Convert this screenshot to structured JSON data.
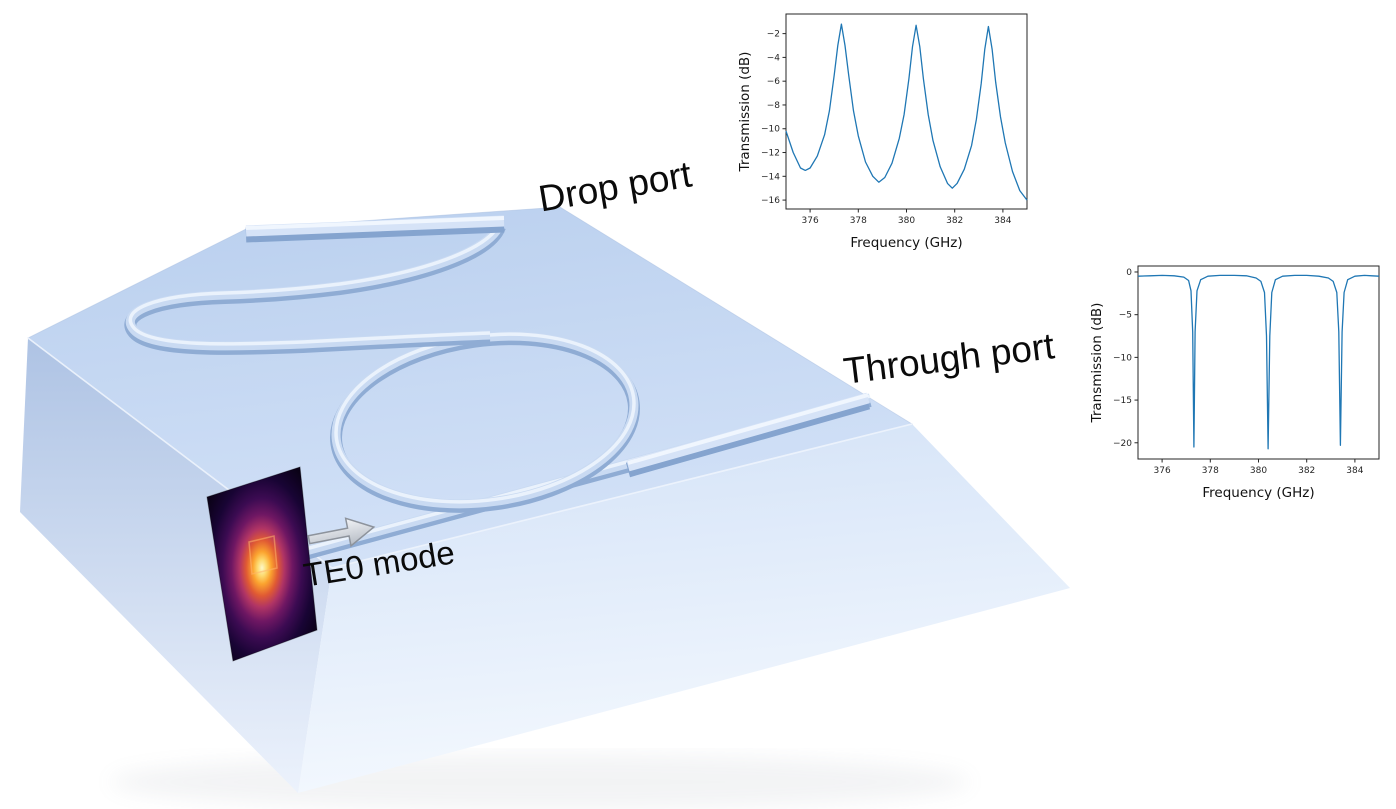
{
  "figure": {
    "labels": {
      "drop_port": "Drop port",
      "through_port": "Through port",
      "te0_mode": "TE0 mode"
    }
  },
  "icons": {
    "propagation_arrow": "right-arrow"
  },
  "colors": {
    "plot_line": "#1f77b4",
    "chip_top": "#c6d8f3",
    "chip_left": "#b4c8e7",
    "chip_right": "#dbe7f9",
    "mode_core": "#ffd24f"
  },
  "chart_data": [
    {
      "id": "drop",
      "name": "Drop port transmission spectrum",
      "type": "line",
      "title": "",
      "xlabel": "Frequency (GHz)",
      "ylabel": "Transmission (dB)",
      "xlim": [
        375,
        385
      ],
      "ylim": [
        -16.75,
        -0.35
      ],
      "xticks": [
        376,
        378,
        380,
        382,
        384
      ],
      "yticks": [
        -2,
        -4,
        -6,
        -8,
        -10,
        -12,
        -14,
        -16
      ],
      "grid": false,
      "legend": "none",
      "line_color": "#1f77b4",
      "resonance_frequencies_ghz": [
        377.3,
        380.4,
        383.4
      ],
      "peak_level_db": -1.2,
      "baseline_level_db": -15,
      "x": [
        375.0,
        375.3,
        375.6,
        375.8,
        376.0,
        376.3,
        376.6,
        376.8,
        377.0,
        377.15,
        377.3,
        377.45,
        377.6,
        377.8,
        378.0,
        378.3,
        378.6,
        378.85,
        379.1,
        379.4,
        379.7,
        379.9,
        380.1,
        380.25,
        380.4,
        380.55,
        380.7,
        380.9,
        381.1,
        381.4,
        381.7,
        381.9,
        382.1,
        382.4,
        382.7,
        382.9,
        383.1,
        383.25,
        383.4,
        383.55,
        383.7,
        383.9,
        384.1,
        384.4,
        384.7,
        385.0
      ],
      "y": [
        -10.2,
        -12.0,
        -13.3,
        -13.5,
        -13.3,
        -12.3,
        -10.5,
        -8.5,
        -5.5,
        -3.0,
        -1.2,
        -3.0,
        -5.5,
        -8.5,
        -10.6,
        -12.8,
        -14.0,
        -14.5,
        -14.1,
        -12.9,
        -10.8,
        -8.8,
        -5.8,
        -3.1,
        -1.3,
        -3.1,
        -5.8,
        -8.8,
        -11.0,
        -13.2,
        -14.6,
        -15.0,
        -14.6,
        -13.4,
        -11.4,
        -9.2,
        -6.2,
        -3.3,
        -1.4,
        -3.3,
        -6.1,
        -9.0,
        -11.2,
        -13.6,
        -15.2,
        -16.0
      ]
    },
    {
      "id": "through",
      "name": "Through port transmission spectrum",
      "type": "line",
      "title": "",
      "xlabel": "Frequency (GHz)",
      "ylabel": "Transmission (dB)",
      "xlim": [
        375,
        385
      ],
      "ylim": [
        -21.9,
        0.7
      ],
      "xticks": [
        376,
        378,
        380,
        382,
        384
      ],
      "yticks": [
        0,
        -5,
        -10,
        -15,
        -20
      ],
      "grid": false,
      "legend": "none",
      "line_color": "#1f77b4",
      "resonance_frequencies_ghz": [
        377.3,
        380.4,
        383.4
      ],
      "dip_level_db": -20.5,
      "baseline_level_db": -0.4,
      "x": [
        375.0,
        375.5,
        376.0,
        376.5,
        376.9,
        377.1,
        377.2,
        377.27,
        377.32,
        377.37,
        377.45,
        377.6,
        377.9,
        378.4,
        379.0,
        379.5,
        379.9,
        380.1,
        380.25,
        380.33,
        380.4,
        380.47,
        380.55,
        380.7,
        381.0,
        381.5,
        382.0,
        382.5,
        382.9,
        383.1,
        383.25,
        383.33,
        383.4,
        383.47,
        383.55,
        383.7,
        384.0,
        384.4,
        384.7,
        385.0
      ],
      "y": [
        -0.5,
        -0.45,
        -0.4,
        -0.45,
        -0.6,
        -1.0,
        -2.2,
        -7.0,
        -20.5,
        -7.0,
        -2.2,
        -0.9,
        -0.5,
        -0.4,
        -0.4,
        -0.45,
        -0.7,
        -1.1,
        -2.4,
        -7.5,
        -20.7,
        -7.5,
        -2.4,
        -0.9,
        -0.5,
        -0.4,
        -0.4,
        -0.5,
        -0.7,
        -1.1,
        -2.4,
        -7.0,
        -20.3,
        -7.0,
        -2.4,
        -0.9,
        -0.5,
        -0.4,
        -0.45,
        -0.5
      ]
    }
  ]
}
